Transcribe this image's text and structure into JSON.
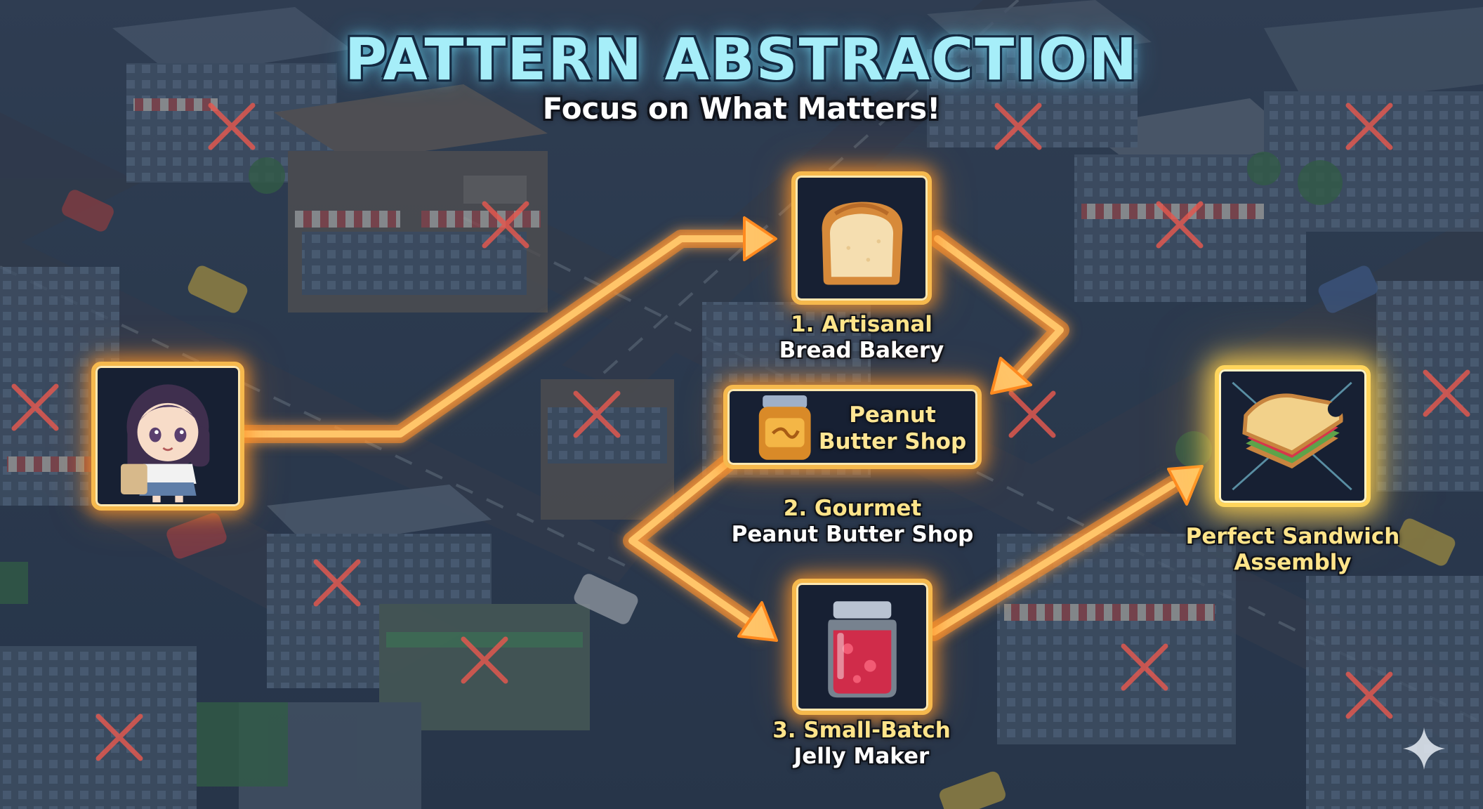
{
  "title": "PATTERN ABSTRACTION",
  "subtitle": "Focus on What Matters!",
  "steps": [
    {
      "line1": "1. Artisanal",
      "line2": "Bread Bakery",
      "icon": "bread-icon"
    },
    {
      "line1": "2. Gourmet",
      "line2": "Peanut Butter Shop",
      "icon": "peanut-butter-jar-icon",
      "inline_line1": "Peanut",
      "inline_line2": "Butter Shop"
    },
    {
      "line1": "3. Small-Batch",
      "line2": "Jelly Maker",
      "icon": "jelly-jar-icon"
    }
  ],
  "goal": {
    "line1": "Perfect Sandwich",
    "line2": "Assembly",
    "icon": "sandwich-icon"
  },
  "colors": {
    "path": "#ffb347",
    "path_glow": "#ff8a1f",
    "frame": "#f6b94d",
    "title": "#a6eef9",
    "ignored_mark": "#e0584f"
  }
}
